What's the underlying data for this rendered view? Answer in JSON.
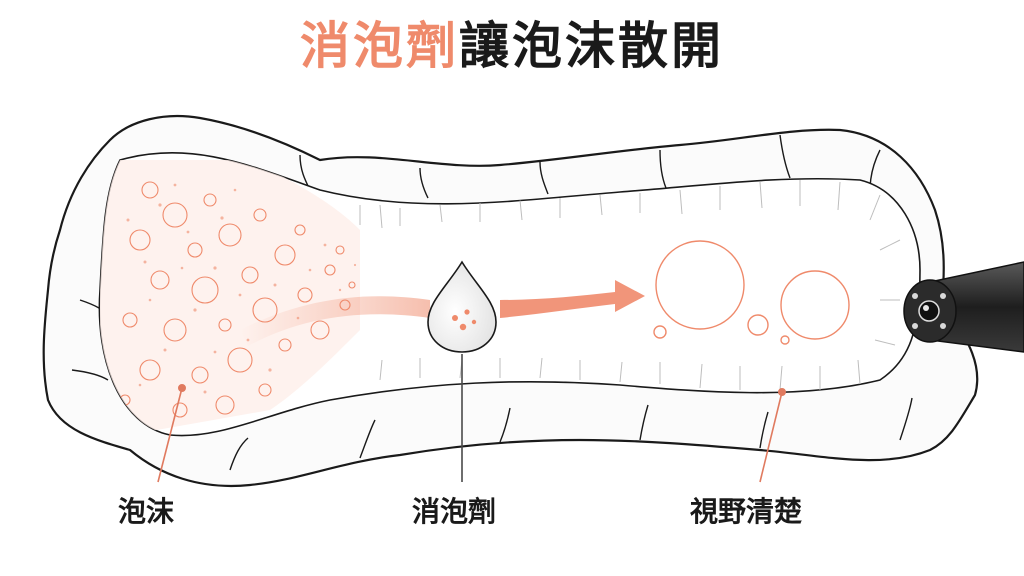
{
  "title": {
    "highlight": "消泡劑",
    "rest": "讓泡沫散開"
  },
  "labels": {
    "foam": "泡沫",
    "agent": "消泡劑",
    "clear_view": "視野清楚"
  },
  "colors": {
    "accent": "#ef8a6b",
    "ink": "#1a1a1a",
    "scope": "#2b2b2b"
  },
  "icons": {
    "droplet": "droplet-icon",
    "arrow": "arrow-right-icon",
    "scope": "endoscope-icon"
  }
}
